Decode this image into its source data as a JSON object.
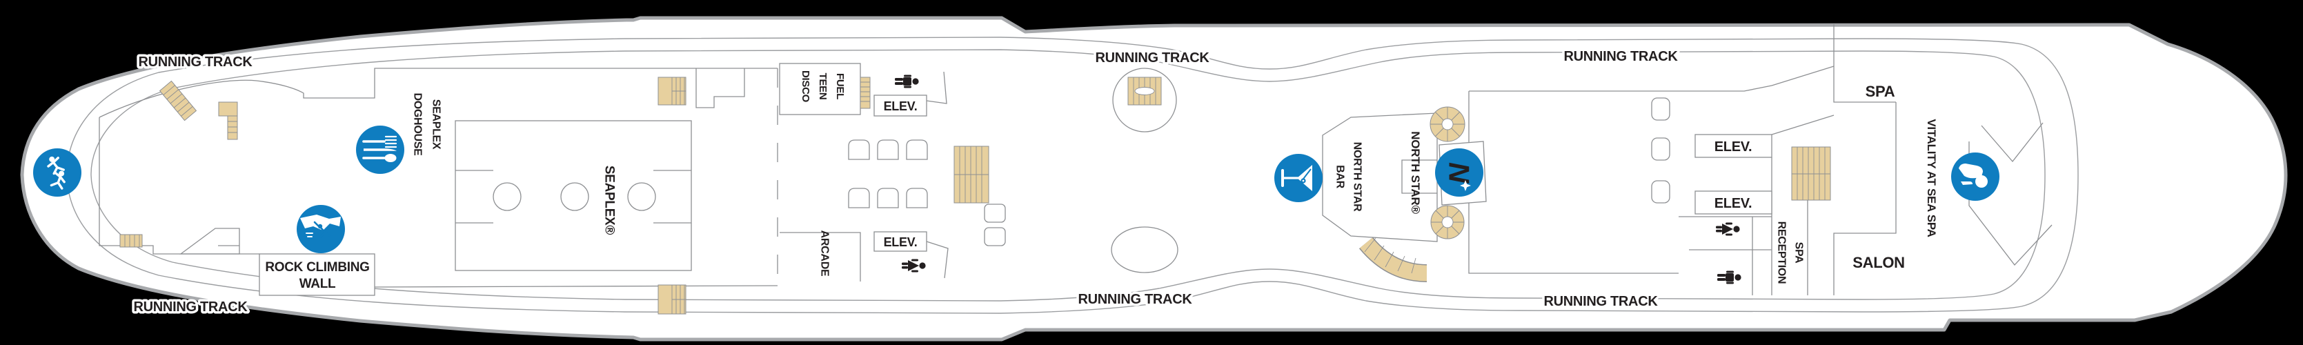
{
  "document": {
    "type": "cruise-ship-deck-plan"
  },
  "labels": {
    "running_track": "RUNNING TRACK",
    "seaplex_doghouse": {
      "line1": "SEAPLEX",
      "line2": "DOGHOUSE"
    },
    "seaplex": "SEAPLEX®",
    "fuel_teen_disco": {
      "line1": "FUEL",
      "line2": "TEEN",
      "line3": "DISCO"
    },
    "elev": "ELEV.",
    "arcade": "ARCADE",
    "rock_climbing_wall": {
      "line1": "ROCK CLIMBING",
      "line2": "WALL"
    },
    "north_star_bar": {
      "line1": "NORTH STAR",
      "line2": "BAR"
    },
    "north_star": "NORTH STAR®",
    "north_star_logo": "N",
    "spa": "SPA",
    "spa_reception": {
      "line1": "SPA",
      "line2": "RECEPTION"
    },
    "salon": "SALON",
    "vitality_at_sea_spa": "VITALITY AT SEA SPA"
  },
  "icons": {
    "sports_activity": {
      "name": "sports-activity-icon",
      "color": "#0F7DC0"
    },
    "dining": {
      "name": "dining-utensils-icon",
      "color": "#0F7DC0"
    },
    "rock_climbing": {
      "name": "rock-climbing-icon",
      "color": "#0F7DC0"
    },
    "martini_bar": {
      "name": "martini-bar-icon",
      "color": "#0F7DC0"
    },
    "north_star": {
      "name": "north-star-logo-icon",
      "color": "#0F7DC0"
    },
    "spa_massage": {
      "name": "spa-massage-icon",
      "color": "#0F7DC0"
    },
    "restroom_man": {
      "name": "restroom-man-icon",
      "color": "#231F20"
    },
    "restroom_woman": {
      "name": "restroom-woman-icon",
      "color": "#231F20"
    }
  },
  "colors": {
    "background": "#000000",
    "deck_fill": "#FFFFFF",
    "hull_outline": "#A7A9AC",
    "interior_lines": "#8D8F92",
    "stairs": "#E7D09E",
    "icon_blue": "#0F7DC0",
    "label_text": "#231F20"
  }
}
